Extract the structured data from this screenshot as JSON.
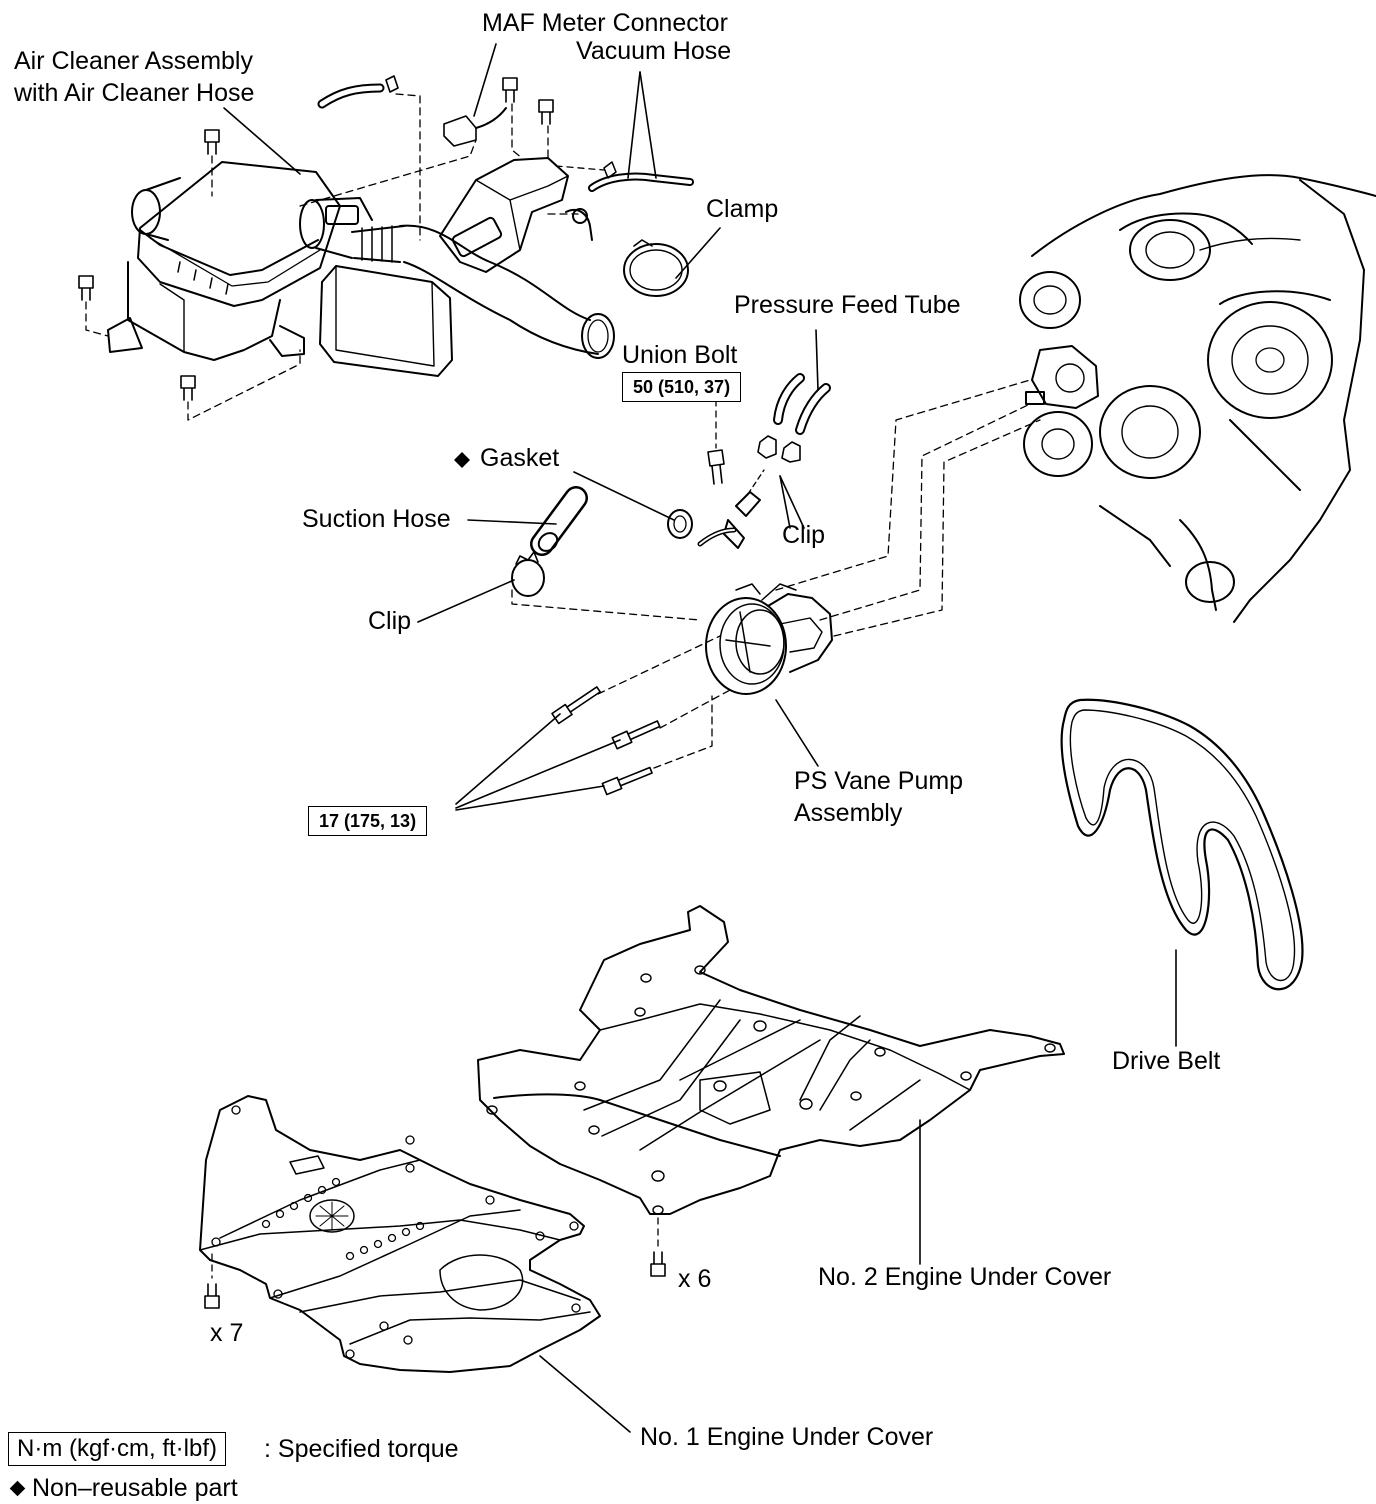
{
  "labels": {
    "maf_connector": "MAF Meter Connector",
    "vacuum_hose": "Vacuum Hose",
    "air_cleaner_line1": "Air Cleaner Assembly",
    "air_cleaner_line2": "with Air Cleaner Hose",
    "clamp": "Clamp",
    "pressure_feed_tube": "Pressure Feed Tube",
    "union_bolt": "Union Bolt",
    "gasket": "Gasket",
    "suction_hose": "Suction Hose",
    "clip_upper": "Clip",
    "clip_lower": "Clip",
    "ps_pump_line1": "PS Vane Pump",
    "ps_pump_line2": "Assembly",
    "drive_belt": "Drive Belt",
    "no2_cover": "No. 2 Engine Under Cover",
    "no1_cover": "No. 1 Engine Under Cover",
    "qty_x6": "x 6",
    "qty_x7": "x 7"
  },
  "torque": {
    "union_bolt": "50 (510, 37)",
    "pump_bolts": "17 (175, 13)"
  },
  "legend": {
    "torque_unit": "N·m (kgf·cm, ft·lbf)",
    "torque_desc": ": Specified torque",
    "non_reusable": "Non–reusable part"
  },
  "colors": {
    "line": "#000000",
    "background": "#ffffff"
  }
}
